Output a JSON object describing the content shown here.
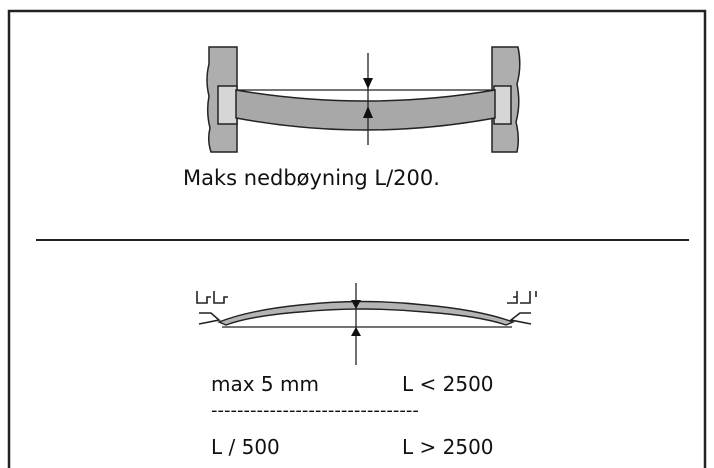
{
  "top_panel": {
    "caption": "Maks nedbøyning L/200."
  },
  "bottom_panel": {
    "row1": {
      "condition": "max 5 mm",
      "range": "L < 2500"
    },
    "separator": "--------------------------------",
    "row2": {
      "condition": "L / 500",
      "range": "L > 2500"
    }
  }
}
